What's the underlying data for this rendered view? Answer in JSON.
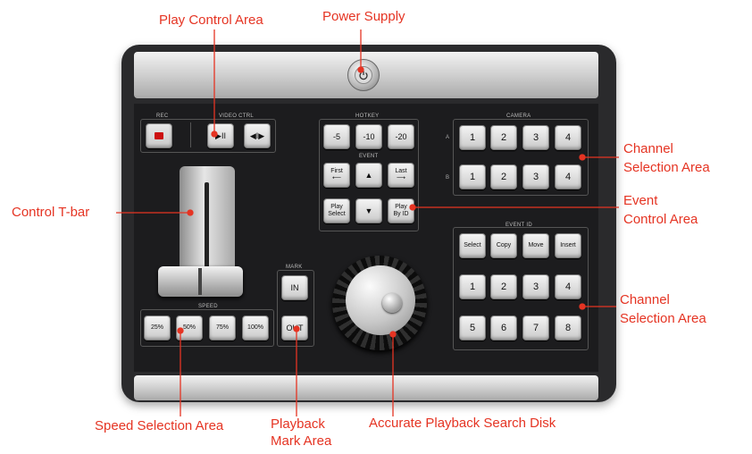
{
  "annotations": {
    "play_control": "Play Control Area",
    "power_supply": "Power Supply",
    "channel_selection_top_1": "Channel",
    "channel_selection_top_2": "Selection Area",
    "event_control_1": "Event",
    "event_control_2": "Control Area",
    "control_tbar": "Control T-bar",
    "channel_selection_bottom_1": "Channel",
    "channel_selection_bottom_2": "Selection Area",
    "speed_selection": "Speed Selection Area",
    "playback_mark_1": "Playback",
    "playback_mark_2": "Mark Area",
    "search_disk": "Accurate Playback Search Disk"
  },
  "panel_labels": {
    "rec": "REC",
    "video_ctrl": "VIDEO CTRL",
    "hotkey": "HOTKEY",
    "event": "EVENT",
    "camera": "CAMERA",
    "row_a": "A",
    "row_b": "B",
    "event_id": "EVENT ID",
    "mark": "MARK",
    "speed": "SPEED"
  },
  "keys": {
    "play_pause": "▶II",
    "frame_step": "◀I▶",
    "hotkeys": [
      "-5",
      "-10",
      "-20"
    ],
    "event_first": "First",
    "event_first_arrow": "⟵",
    "event_up": "▲",
    "event_last": "Last",
    "event_last_arrow": "⟶",
    "event_play_select_1": "Play",
    "event_play_select_2": "Select",
    "event_down": "▼",
    "event_play_by_id_1": "Play",
    "event_play_by_id_2": "By ID",
    "camera_a": [
      "1",
      "2",
      "3",
      "4"
    ],
    "camera_b": [
      "1",
      "2",
      "3",
      "4"
    ],
    "event_id_functions": [
      "Select",
      "Copy",
      "Move",
      "Insert"
    ],
    "event_id_row1": [
      "1",
      "2",
      "3",
      "4"
    ],
    "event_id_row2": [
      "5",
      "6",
      "7",
      "8"
    ],
    "mark_in": "IN",
    "mark_out": "OUT",
    "speeds": [
      "25%",
      "50%",
      "75%",
      "100%"
    ]
  },
  "colors": {
    "annotation": "#e53423",
    "rec_led": "#cc1010"
  },
  "icons": {
    "power": "power-icon",
    "rec": "record-icon"
  }
}
